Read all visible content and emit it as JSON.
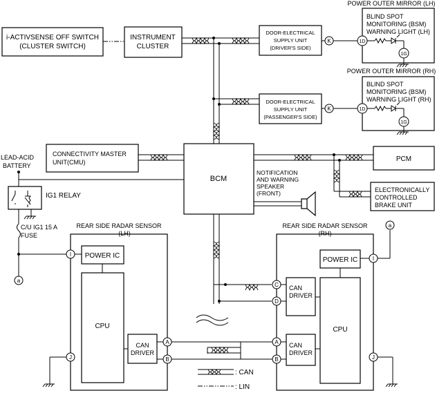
{
  "boxes": {
    "iactivsense": [
      "i-ACTIVSENSE OFF SWITCH",
      "(CLUSTER SWITCH)"
    ],
    "instrument": [
      "INSTRUMENT",
      "CLUSTER"
    ],
    "door_driver": [
      "DOOR-ELECTRICAL",
      "SUPPLY UNIT",
      "(DRIVER'S SIDE)"
    ],
    "door_passenger": [
      "DOOR-ELECTRICAL",
      "SUPPLY UNIT",
      "(PASSENGER'S SIDE)"
    ],
    "mirror_lh_title": "POWER OUTER MIRROR (LH)",
    "mirror_lh": [
      "BLIND SPOT",
      "MONITORING (BSM)",
      "WARNING LIGHT (LH)"
    ],
    "mirror_rh_title": "POWER OUTER MIRROR (RH)",
    "mirror_rh": [
      "BLIND SPOT",
      "MONITORING (BSM)",
      "WARNING LIGHT (RH)"
    ],
    "cmu": [
      "CONNECTIVITY MASTER",
      "UNIT(CMU)"
    ],
    "bcm": "BCM",
    "pcm": "PCM",
    "brake": [
      "ELECTRONICALLY",
      "CONTROLLED",
      "BRAKE UNIT"
    ],
    "speaker": [
      "NOTIFICATION",
      "AND WARNING",
      "SPEAKER",
      "(FRONT)"
    ],
    "battery": [
      "LEAD-ACID",
      "BATTERY"
    ],
    "relay": "IG1 RELAY",
    "fuse": [
      "C/U IG1 15 A",
      "FUSE"
    ],
    "radar_lh_title": "REAR SIDE RADAR SENSOR",
    "radar_lh_side": "(LH)",
    "radar_rh_title": "REAR SIDE RADAR SENSOR",
    "radar_rh_side": "(RH)",
    "power_ic": "POWER IC",
    "cpu": "CPU",
    "can_driver": [
      "CAN",
      "DRIVER"
    ]
  },
  "terminals": {
    "k": "K",
    "d1": "1D",
    "g1": "1G",
    "a": "A",
    "b": "B",
    "c": "C",
    "d": "D",
    "i": "I",
    "j": "J",
    "ref_a": "a"
  },
  "legend": {
    "can": ": CAN",
    "lin": ": LIN"
  }
}
